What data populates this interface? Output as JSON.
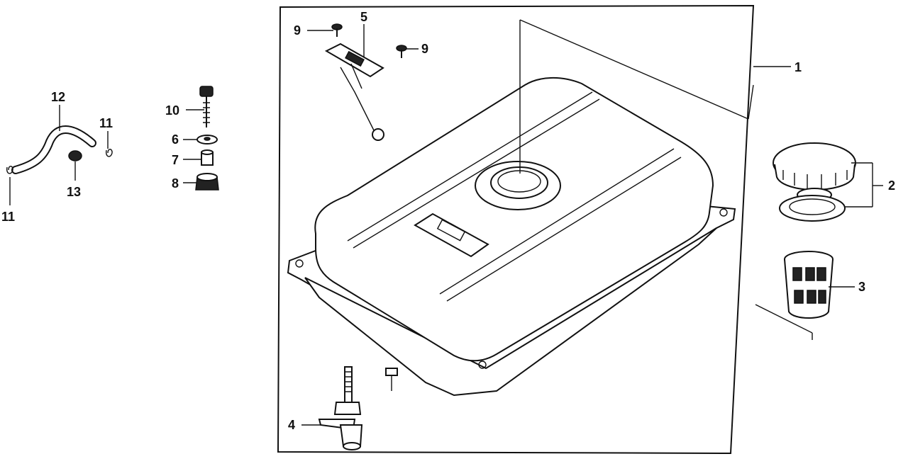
{
  "diagram": {
    "callouts": {
      "c1": "1",
      "c2": "2",
      "c3": "3",
      "c4": "4",
      "c5": "5",
      "c6": "6",
      "c7": "7",
      "c8": "8",
      "c9a": "9",
      "c9b": "9",
      "c10": "10",
      "c11a": "11",
      "c11b": "11",
      "c12": "12",
      "c13": "13"
    }
  }
}
